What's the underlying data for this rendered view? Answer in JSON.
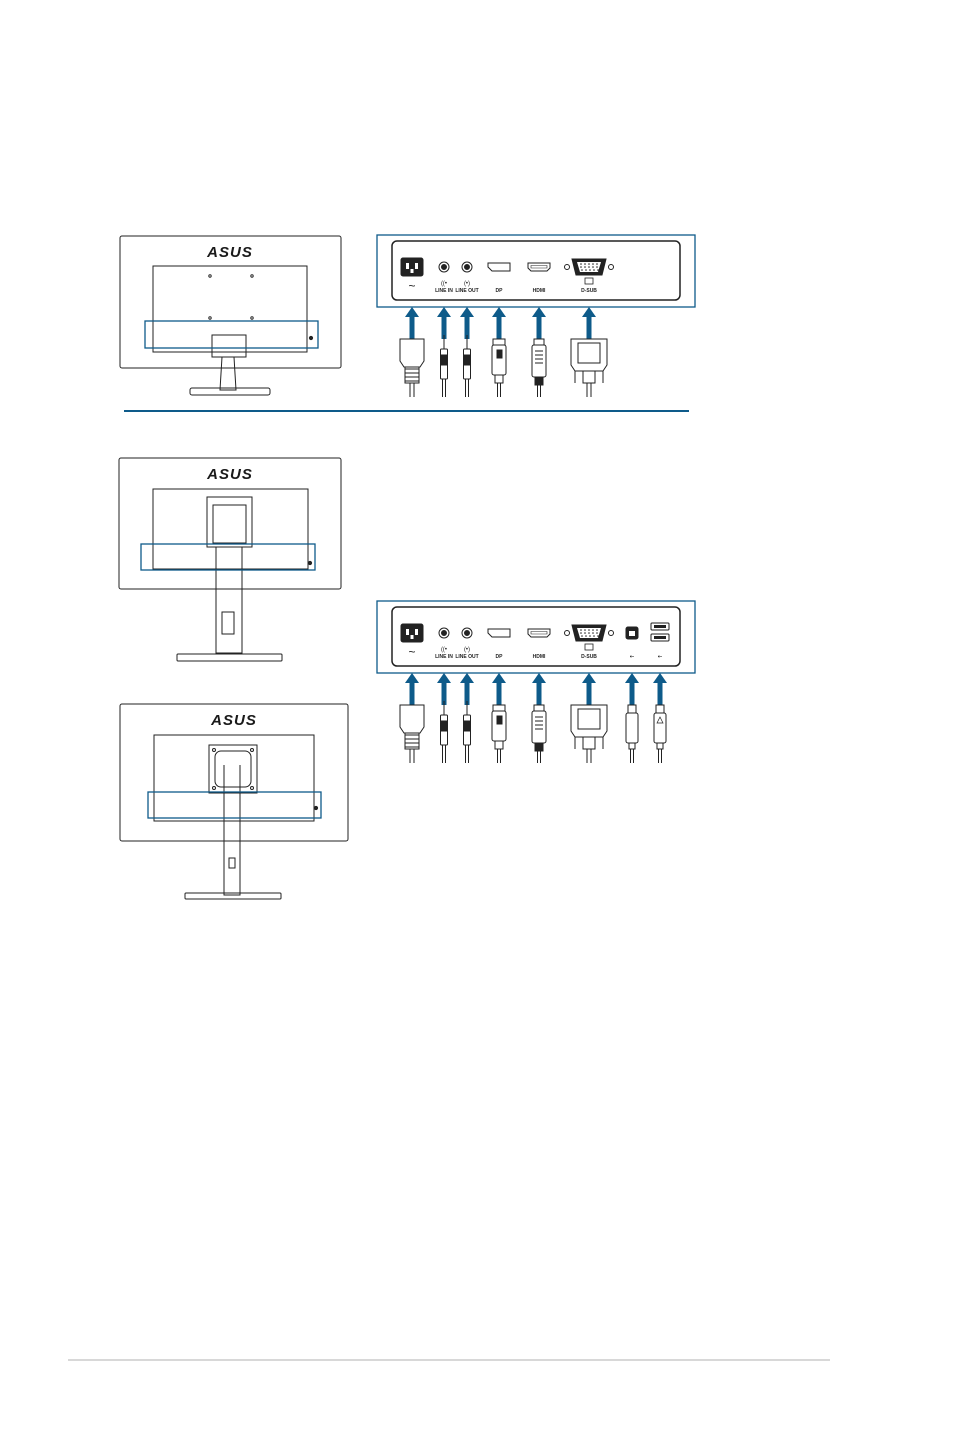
{
  "brand": "ASUS",
  "colors": {
    "accent": "#0e5b8a",
    "line": "#222222",
    "rule": "#cccccc"
  },
  "panel_a": {
    "ports": [
      {
        "icon": "power-socket-icon",
        "label": "~"
      },
      {
        "icon": "audio-in-icon",
        "label": "LINE IN"
      },
      {
        "icon": "audio-out-icon",
        "label": "LINE OUT"
      },
      {
        "icon": "displayport-icon",
        "label": "DP"
      },
      {
        "icon": "hdmi-icon",
        "label": "HDMI"
      },
      {
        "icon": "vga-icon",
        "label": "D-SUB"
      }
    ]
  },
  "panel_b": {
    "ports": [
      {
        "icon": "power-socket-icon",
        "label": "~"
      },
      {
        "icon": "audio-in-icon",
        "label": "LINE IN"
      },
      {
        "icon": "audio-out-icon",
        "label": "LINE OUT"
      },
      {
        "icon": "displayport-icon",
        "label": "DP"
      },
      {
        "icon": "hdmi-icon",
        "label": "HDMI"
      },
      {
        "icon": "vga-icon",
        "label": "D-SUB"
      },
      {
        "icon": "usb-b-icon",
        "label": "⇠"
      },
      {
        "icon": "usb-a-icon",
        "label": "⇠"
      }
    ]
  }
}
